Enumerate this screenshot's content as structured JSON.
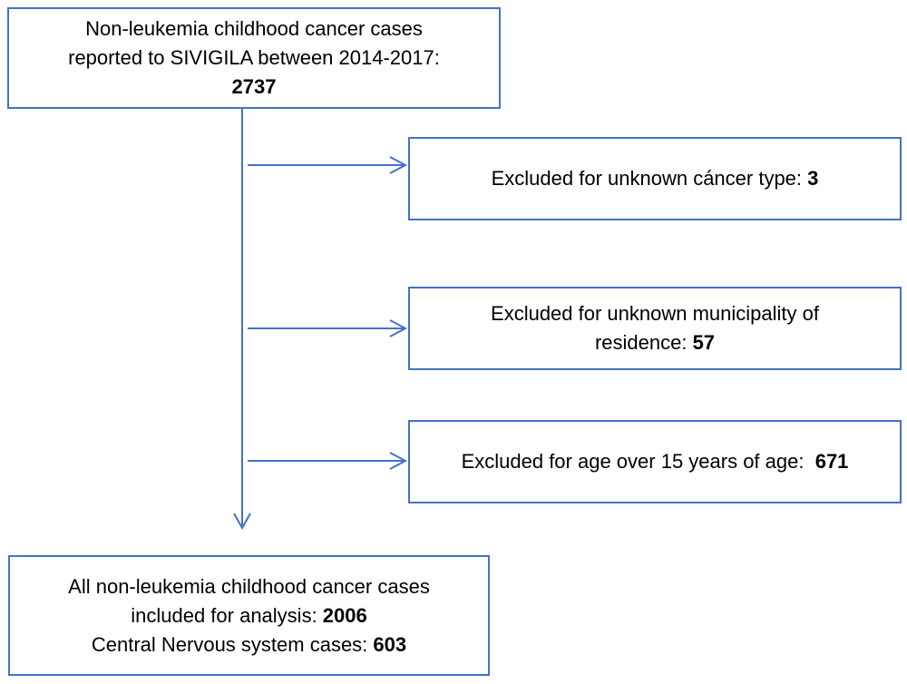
{
  "colors": {
    "stroke": "#4472c4",
    "text": "#000000",
    "background": "#ffffff"
  },
  "top_box": {
    "line1": "Non-leukemia childhood cancer cases",
    "line2": "reported to SIVIGILA between 2014-2017:",
    "count": "2737"
  },
  "exclusions": [
    {
      "text": "Excluded for unknown cáncer type: ",
      "count": "3"
    },
    {
      "line1": "Excluded for unknown municipality of",
      "line2": "residence: ",
      "count": "57"
    },
    {
      "text": "Excluded for age over 15 years of age:  ",
      "count": "671"
    }
  ],
  "bottom_box": {
    "line1": "All non-leukemia childhood cancer cases",
    "line2": "included for analysis: ",
    "count_included": "2006",
    "line3": "Central Nervous system cases: ",
    "count_cns": "603"
  }
}
